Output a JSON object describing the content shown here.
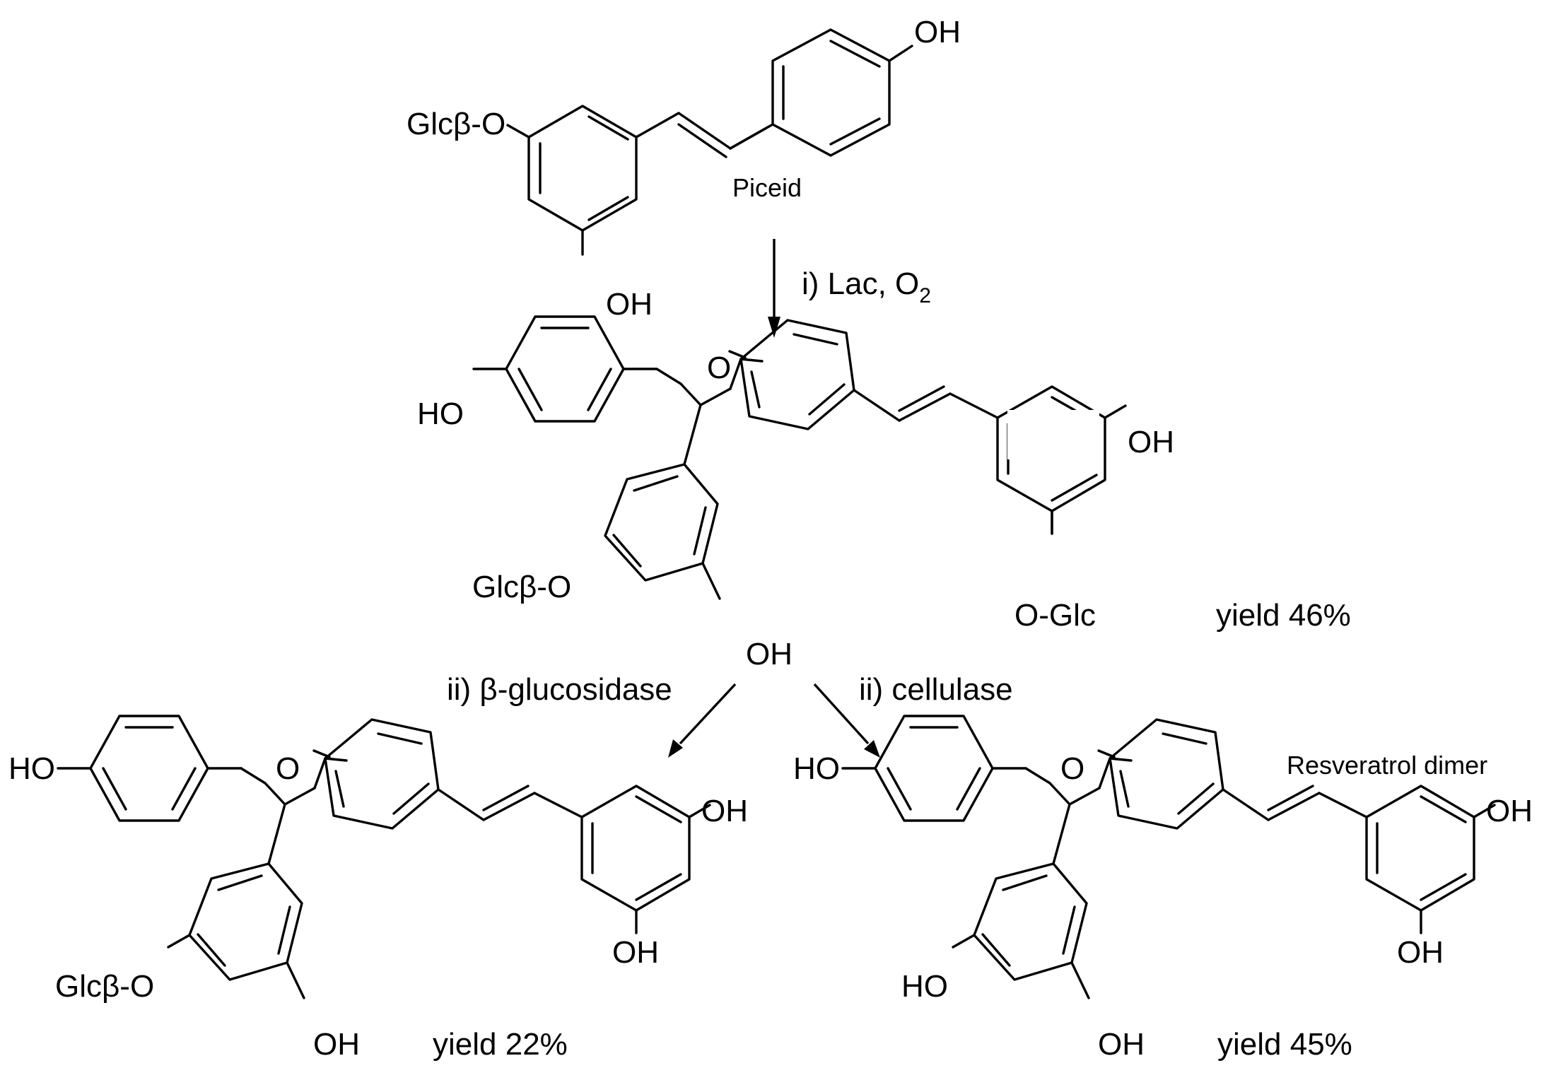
{
  "compounds": {
    "piceid": {
      "name": "Piceid",
      "labels": {
        "glc_o": "Glcβ-O",
        "oh_top": "OH",
        "oh_bottom": "OH"
      }
    },
    "intermediate": {
      "labels": {
        "ho_left": "HO",
        "o_ring": "O",
        "oh_right": "OH",
        "o_glc": "O-Glc",
        "glc_o": "Glcβ-O",
        "oh_bottom": "OH"
      },
      "yield": "yield 46%"
    },
    "product_glucoside": {
      "labels": {
        "ho_left": "HO",
        "o_ring": "O",
        "oh_upper": "OH",
        "oh_lower": "OH",
        "glc_o": "Glcβ-O",
        "oh_bottom": "OH"
      },
      "yield": "yield 22%"
    },
    "resveratrol_dimer": {
      "name": "Resveratrol dimer",
      "labels": {
        "ho_left": "HO",
        "o_ring": "O",
        "oh_upper": "OH",
        "oh_lower": "OH",
        "ho_ring": "HO",
        "oh_bottom": "OH"
      },
      "yield": "yield 45%"
    }
  },
  "reactions": {
    "step1": {
      "text": "i) Lac, O",
      "subscript": "2"
    },
    "step2a": {
      "text": "ii) β-glucosidase"
    },
    "step2b": {
      "text": "ii) cellulase"
    }
  }
}
